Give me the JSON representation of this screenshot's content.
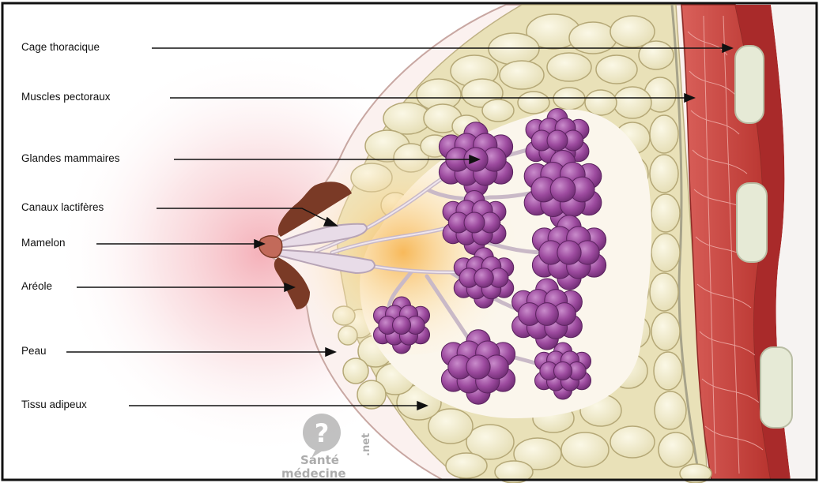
{
  "diagram": {
    "labels": [
      {
        "id": "cage",
        "text": "Cage thoracique"
      },
      {
        "id": "muscles",
        "text": "Muscles pectoraux"
      },
      {
        "id": "glandes",
        "text": "Glandes mammaires"
      },
      {
        "id": "canaux",
        "text": "Canaux lactifères"
      },
      {
        "id": "mamelon",
        "text": "Mamelon"
      },
      {
        "id": "areole",
        "text": "Aréole"
      },
      {
        "id": "peau",
        "text": "Peau"
      },
      {
        "id": "tissu",
        "text": "Tissu adipeux"
      }
    ]
  },
  "watermark": {
    "line1": "Santé",
    "line2": "médecine",
    "suffix": ".net",
    "icon": "question-mark-bubble-icon"
  },
  "colors": {
    "frame": "#111111",
    "fat": "#ece6c2",
    "fat_stroke": "#c7bd8f",
    "gland": "#9c4a9e",
    "muscle": "#c9463f",
    "rib": "#e6ead6",
    "areola": "#7a3a26",
    "glow": "#f7c07a"
  }
}
